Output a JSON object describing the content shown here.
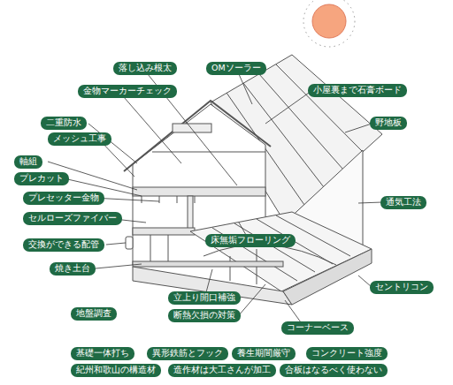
{
  "diagram": {
    "nodes": [
      {
        "text": [
          "落し込み根太"
        ]
      },
      {
        "text": [
          "OMソーラー"
        ]
      },
      {
        "text": [
          "金物マーカーチェック"
        ]
      },
      {
        "text": [
          "小屋裏まで石膏ボード"
        ]
      },
      {
        "text": [
          "二重防水"
        ]
      },
      {
        "text": [
          "野地板"
        ]
      },
      {
        "text": [
          "メッシュ工事"
        ]
      },
      {
        "text": [
          "軸組"
        ]
      },
      {
        "text": [
          "プレカット"
        ]
      },
      {
        "text": [
          "プレセッター金物"
        ]
      },
      {
        "text": [
          "通気工法"
        ]
      },
      {
        "text": [
          "セルローズファイバー"
        ]
      },
      {
        "text": [
          "床無垢フローリング"
        ]
      },
      {
        "text": [
          "交換ができる配管"
        ]
      },
      {
        "text": [
          "焼き土台"
        ]
      },
      {
        "text": [
          "セントリコン"
        ]
      },
      {
        "text": [
          "立上り開口補強"
        ]
      },
      {
        "text": [
          "地盤調査"
        ]
      },
      {
        "text": [
          "断熱欠損の対策"
        ]
      },
      {
        "text": [
          "コーナーベース"
        ]
      },
      {
        "text": [
          "基礎一体打ち"
        ]
      },
      {
        "text": [
          "異形鉄筋とフック"
        ]
      },
      {
        "text": [
          "養生期間厳守"
        ]
      },
      {
        "text": [
          "コンクリート強度"
        ]
      },
      {
        "text": [
          "紀州和歌山の構造材"
        ]
      },
      {
        "text": [
          "造作材は大工さんが加工"
        ]
      },
      {
        "text": [
          "合板はなるべく使わない"
        ]
      }
    ]
  }
}
